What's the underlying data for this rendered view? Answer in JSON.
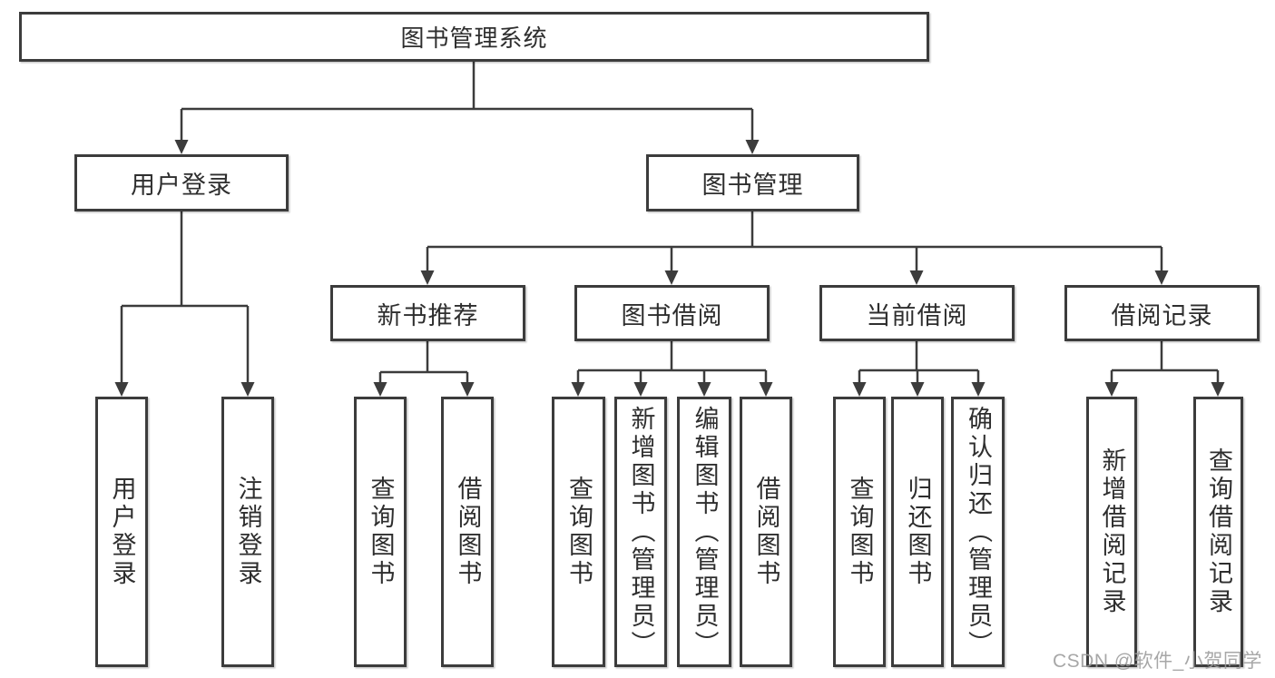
{
  "diagram": {
    "root": {
      "label": "图书管理系统"
    },
    "branches": [
      {
        "label": "用户登录",
        "children": [
          {
            "label": "用户登录"
          },
          {
            "label": "注销登录"
          }
        ]
      },
      {
        "label": "图书管理",
        "groups": [
          {
            "label": "新书推荐",
            "children": [
              {
                "label": "查询图书"
              },
              {
                "label": "借阅图书"
              }
            ]
          },
          {
            "label": "图书借阅",
            "children": [
              {
                "label": "查询图书"
              },
              {
                "label": "新增图书（管理员）"
              },
              {
                "label": "编辑图书（管理员）"
              },
              {
                "label": "借阅图书"
              }
            ]
          },
          {
            "label": "当前借阅",
            "children": [
              {
                "label": "查询图书"
              },
              {
                "label": "归还图书"
              },
              {
                "label": "确认归还（管理员）"
              }
            ]
          },
          {
            "label": "借阅记录",
            "children": [
              {
                "label": "新增借阅记录"
              },
              {
                "label": "查询借阅记录"
              }
            ]
          }
        ]
      }
    ]
  },
  "watermark": {
    "text": "CSDN @软件_小贺同学"
  },
  "colors": {
    "line": "#3c3c3c",
    "border": "#3c3c3c",
    "text": "#2e2e2e",
    "background": "#ffffff",
    "watermark": "#9c9c9c"
  }
}
